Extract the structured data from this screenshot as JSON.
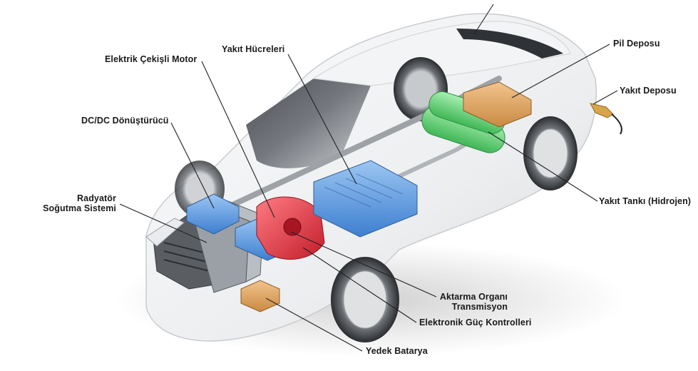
{
  "labels": {
    "electric_motor": "Elektrik Çekişli Motor",
    "fuel_cells": "Yakıt  Hücreleri",
    "battery_pack": "Pil Deposu",
    "fuel_tank_filler": "Yakıt Deposu",
    "dcdc_converter": "DC/DC Dönüştürücü",
    "radiator_line1": "Radyatör",
    "radiator_line2": "Soğutma Sistemi",
    "hydrogen_tank": "Yakıt Tankı (Hidrojen)",
    "transmission_line1": "Aktarma Organı",
    "transmission_line2": "Transmisyon",
    "power_controller": "Elektronik Güç Kontrolleri",
    "aux_battery": "Yedek Batarya"
  },
  "colors": {
    "body_outline": "#c9cbcf",
    "fuel_cell_blue": "#5d9be0",
    "motor_red": "#e0323c",
    "hydrogen_green": "#6fd67f",
    "battery_orange": "#e0a15c",
    "aux_battery_tan": "#d9a66b",
    "leader_line": "#222222"
  }
}
